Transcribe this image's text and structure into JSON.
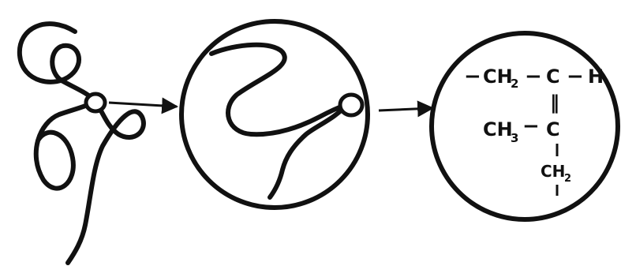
{
  "diagram": {
    "stages": [
      {
        "id": "tangled-chain"
      },
      {
        "id": "magnified-segment"
      },
      {
        "id": "chemical-structure"
      }
    ],
    "structure": {
      "top_row": {
        "dash_left": "−",
        "ch2": "CH",
        "ch2_sub": "2",
        "dash_mid": "−",
        "c": "C",
        "dash_right": "−",
        "h": "H"
      },
      "double_bond": "‖",
      "middle_row": {
        "ch3": "CH",
        "ch3_sub": "3",
        "dash": "−",
        "c": "C"
      },
      "bottom_row": {
        "ch2": "CH",
        "ch2_sub": "2"
      }
    },
    "colors": {
      "ink": "#111111",
      "background": "#ffffff"
    }
  }
}
